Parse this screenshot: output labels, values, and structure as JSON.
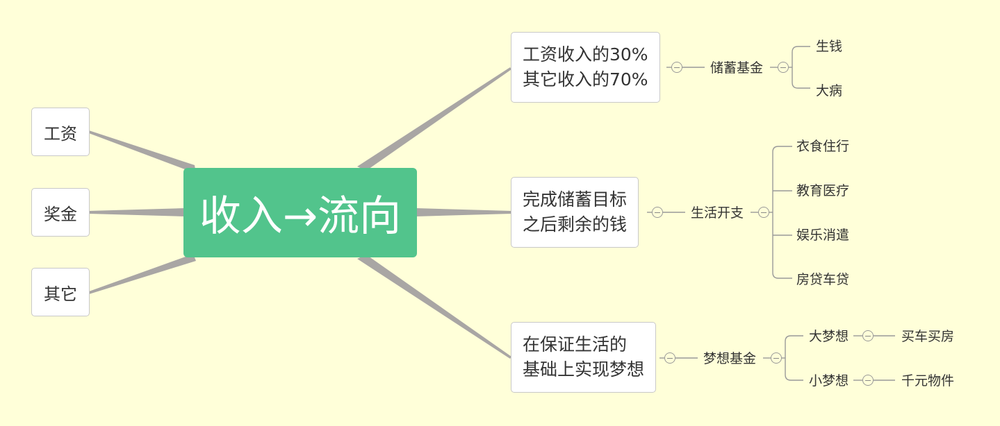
{
  "central": {
    "label": "收入→流向"
  },
  "sources": [
    {
      "label": "工资"
    },
    {
      "label": "奖金"
    },
    {
      "label": "其它"
    }
  ],
  "branches": [
    {
      "lines": [
        "工资收入的30%",
        "其它收入的70%"
      ],
      "category": "储蓄基金",
      "items": [
        "生钱",
        "大病"
      ]
    },
    {
      "lines": [
        "完成储蓄目标",
        "之后剩余的钱"
      ],
      "category": "生活开支",
      "items": [
        "衣食住行",
        "教育医疗",
        "娱乐消遣",
        "房贷车贷"
      ]
    },
    {
      "lines": [
        "在保证生活的",
        "基础上实现梦想"
      ],
      "category": "梦想基金",
      "items": [
        {
          "label": "大梦想",
          "child": "买车买房"
        },
        {
          "label": "小梦想",
          "child": "千元物件"
        }
      ]
    }
  ],
  "colors": {
    "background": "#ffffd9",
    "central": "#52c48c",
    "connector": "#a9a6a4",
    "thin_line": "#999999"
  }
}
